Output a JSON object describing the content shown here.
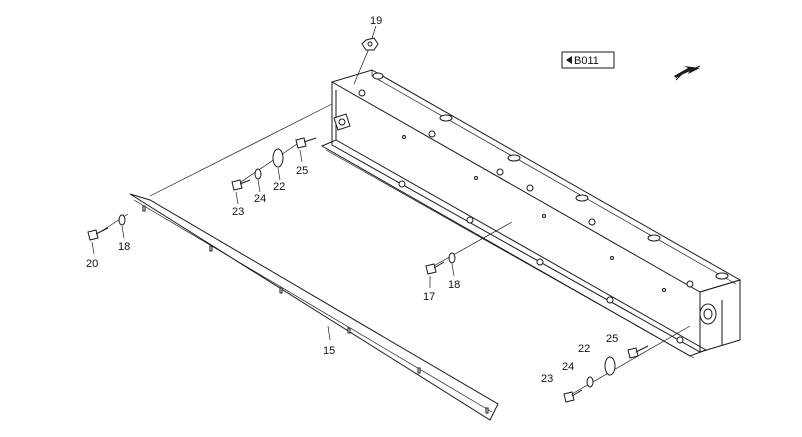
{
  "ref_box": {
    "text": "B011"
  },
  "labels": {
    "p19": "19",
    "p25a": "25",
    "p22a": "22",
    "p24a": "24",
    "p23a": "23",
    "p18a": "18",
    "p20": "20",
    "p17": "17",
    "p18b": "18",
    "p15": "15",
    "p25b": "25",
    "p22b": "22",
    "p24b": "24",
    "p23b": "23"
  },
  "icons": {
    "direction": "direction-arrow-icon",
    "reference": "reference-arrow-icon"
  }
}
